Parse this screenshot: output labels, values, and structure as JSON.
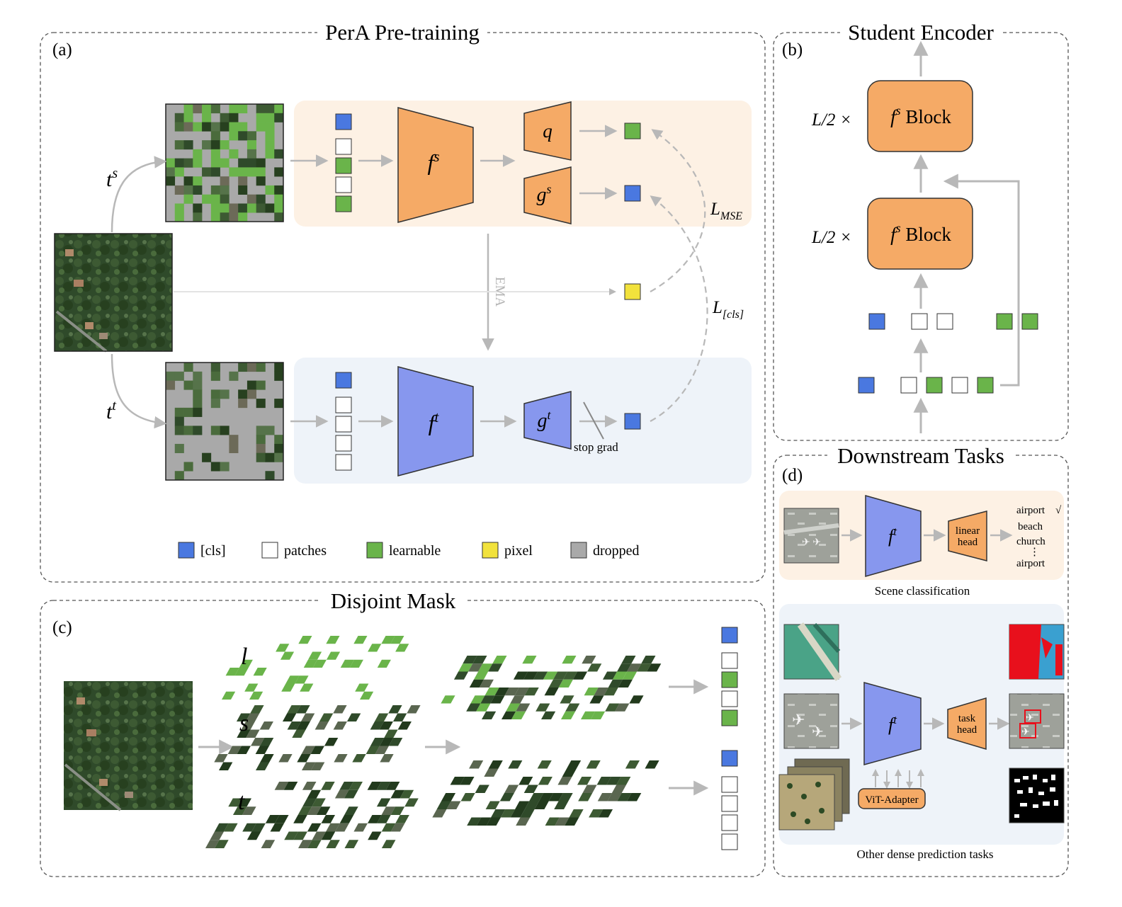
{
  "panels": {
    "a": {
      "title": "PerA Pre-training",
      "tag": "(a)"
    },
    "b": {
      "title": "Student Encoder",
      "tag": "(b)"
    },
    "c": {
      "title": "Disjoint Mask",
      "tag": "(c)"
    },
    "d": {
      "title": "Downstream Tasks",
      "tag": "(d)"
    }
  },
  "pretraining": {
    "student_view": "s",
    "teacher_view": "t",
    "student_encoder": "s",
    "teacher_encoder": "t",
    "head_q": "q",
    "head_gs": "s",
    "head_gt": "t",
    "ema_label": "EMA",
    "loss_mse_sub": "MSE",
    "loss_cls_sub": "[cls]",
    "stop_grad": "stop grad"
  },
  "legend": [
    {
      "label": "[cls]",
      "color": "#4a78e0"
    },
    {
      "label": "patches",
      "color": "#ffffff"
    },
    {
      "label": "learnable",
      "color": "#6ab44a"
    },
    {
      "label": "pixel",
      "color": "#f2e23c"
    },
    {
      "label": "dropped",
      "color": "#a9a9a9"
    }
  ],
  "student_encoder_panel": {
    "repeat_label": "L/2 ×",
    "block_label": "Block",
    "block_sup": "s"
  },
  "disjoint_mask": {
    "layer_l": "l",
    "layer_s": "s",
    "layer_t": "t"
  },
  "downstream": {
    "scene": {
      "encoder_sup": "t",
      "head_line1": "linear",
      "head_line2": "head",
      "classes": [
        "airport",
        "beach",
        "church",
        "airport"
      ],
      "check_mark": "√",
      "ellipsis": "⋮",
      "caption": "Scene classification"
    },
    "dense": {
      "encoder_sup": "t",
      "head_line1": "task",
      "head_line2": "head",
      "adapter": "ViT-Adapter",
      "caption": "Other dense prediction tasks"
    }
  },
  "colors": {
    "orange": "#f5aa66",
    "blue": "#8797ee",
    "cls": "#4a78e0",
    "green": "#6ab44a",
    "yellow": "#f2e23c",
    "dropped": "#a9a9a9",
    "peach_bg": "#fdf1e4",
    "blue_bg": "#eef3f9",
    "arrow": "#b8b8b8"
  }
}
